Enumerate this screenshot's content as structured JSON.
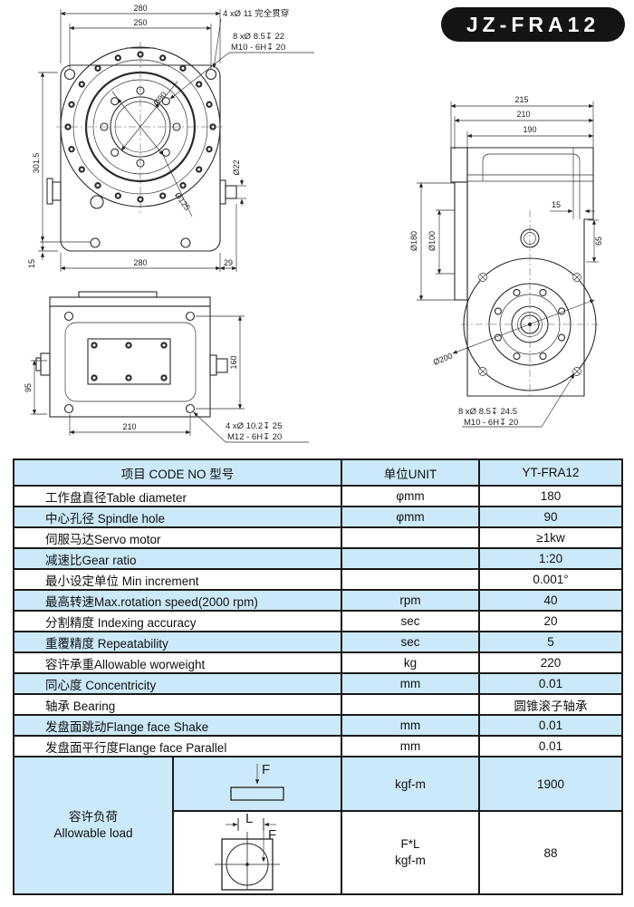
{
  "badge": {
    "model": "JZ-FRA12"
  },
  "drawings": {
    "front": {
      "dim_top": "280",
      "dim_bolt_span": "250",
      "dim_height": "301.5",
      "dim_bottom": "280",
      "dim_overhang": "29",
      "dim_foot": "15",
      "dia_center_hole": "Ø90",
      "dia_bolt_circle": "Ø125",
      "dia_shaft": "Ø22",
      "note_corner_holes": "4 xØ 11 完全贯穿",
      "note_cbore": "8 xØ 8.5↧ 22",
      "note_thread": "M10 - 6H↧ 20"
    },
    "side": {
      "dim_shaft_height": "95",
      "dim_right": "160",
      "dim_bottom": "210",
      "note_cbore": "4 xØ 10.2↧ 25",
      "note_thread": "M12 - 6H↧ 20"
    },
    "rear": {
      "dim_width_outer": "215",
      "dim_width_mid": "210",
      "dim_width_body": "190",
      "dim_step": "15",
      "dim_step_height": "65",
      "dia_table": "Ø180",
      "dia_spindle": "Ø100",
      "dia_flange": "Ø200",
      "note_cbore": "8 xØ 8.5↧ 24.5",
      "note_thread": "M10 - 6H↧ 20"
    }
  },
  "table": {
    "headers": [
      "项目 CODE NO  型号",
      "单位UNIT",
      "YT-FRA12"
    ],
    "rows": [
      {
        "item": "工作盘直径Table diameter",
        "unit": "φmm",
        "value": "180"
      },
      {
        "item": "中心孔径 Spindle hole",
        "unit": "φmm",
        "value": "90"
      },
      {
        "item": "伺服马达Servo motor",
        "unit": "",
        "value": "≥1kw"
      },
      {
        "item": "减速比Gear ratio",
        "unit": "",
        "value": "1:20"
      },
      {
        "item": "最小设定单位 Min increment",
        "unit": "",
        "value": "0.001°"
      },
      {
        "item": "最高转速Max.rotation speed(2000 rpm)",
        "unit": "rpm",
        "value": "40"
      },
      {
        "item": "分割精度 Indexing accuracy",
        "unit": "sec",
        "value": "20"
      },
      {
        "item": "重覆精度 Repeatability",
        "unit": "sec",
        "value": "5"
      },
      {
        "item": "容许承重Allowable  worweight",
        "unit": "kg",
        "value": "220"
      },
      {
        "item": "同心度 Concentricity",
        "unit": "mm",
        "value": "0.01"
      },
      {
        "item": "轴承 Bearing",
        "unit": "",
        "value": "圆锥滚子轴承"
      },
      {
        "item": "发盘面跳动Flange face Shake",
        "unit": "mm",
        "value": "0.01"
      },
      {
        "item": "发盘面平行度Flange face Parallel",
        "unit": "mm",
        "value": "0.01"
      }
    ],
    "load": {
      "label": "容许负荷\nAllowable load",
      "rows": [
        {
          "unit": "kgf-m",
          "value": "1900",
          "force_label": "F"
        },
        {
          "unit": "F*L\nkgf-m",
          "value": "88",
          "force_label": "F",
          "length_label": "L"
        }
      ]
    }
  },
  "colors": {
    "row_alt_blue": "#cbe9f8",
    "grid_border": "#1a1a1a",
    "badge_bg": "#141414",
    "badge_text": "#ffffff"
  }
}
